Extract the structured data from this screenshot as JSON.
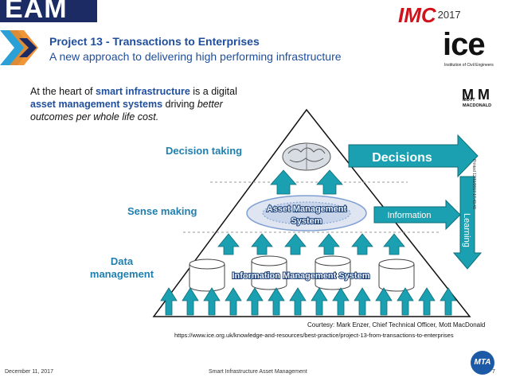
{
  "header": {
    "logo_text": "EAM",
    "event_logo_text": "IMC",
    "event_logo_year": "2017",
    "title": "Project 13 - Transactions to Enterprises",
    "subtitle": "A new approach to delivering high performing infrastructure"
  },
  "sponsors": {
    "ice_text": "ice",
    "ice_caption": "Institution of Civil Engineers",
    "mott_mark": "M M",
    "mott_text": "MOTT MACDONALD"
  },
  "intro": {
    "part1": "At the heart of ",
    "bold1": "smart infrastructure",
    "part2": " is a digital ",
    "bold2": "asset management systems",
    "part3": " driving ",
    "italic": "better outcomes per whole life cost."
  },
  "diagram": {
    "levels": {
      "decision": "Decision taking",
      "sense": "Sense making",
      "data": "Data management"
    },
    "ams_label": "Asset Management System",
    "ims_label": "Information  Management System",
    "arrows": {
      "decisions": "Decisions",
      "information": "Information",
      "learning": "Learning"
    },
    "colors": {
      "teal": "#1aa0b0",
      "navy": "#1c3f73",
      "level_text": "#1f7fb0"
    }
  },
  "credits": {
    "courtesy": "Courtesy: Mark Enzer, Chief Technical Officer, Mott MacDonald",
    "url": "https://www.ice.org.uk/knowledge-and-resources/best-practice/project-13-from-transactions-to-enterprises"
  },
  "vertical_note": "Printed 12/11/2017 17:43:48",
  "footer": {
    "date": "December 11, 2017",
    "title": "Smart Infrastructure Asset Management",
    "page": "7",
    "mta_logo": "MTA"
  }
}
